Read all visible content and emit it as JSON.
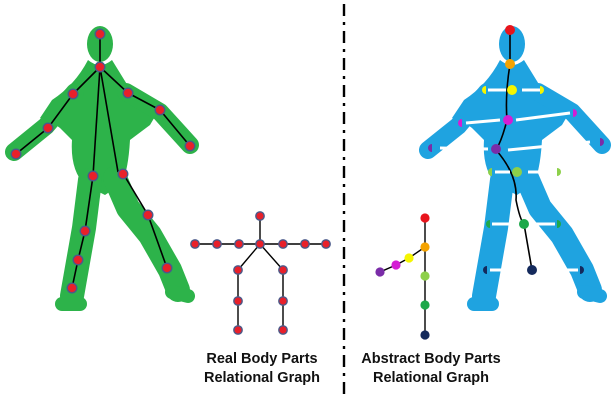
{
  "captions": {
    "real_line1": "Real Body Parts",
    "real_line2": "Relational Graph",
    "abstract_line1": "Abstract Body Parts",
    "abstract_line2": "Relational Graph"
  },
  "colors": {
    "real_silhouette": "#2db34a",
    "abstract_silhouette": "#1fa3e0",
    "joint_red": "#e8202a",
    "joint_outline": "#4a5a8a",
    "edge": "#000000",
    "separator": "#000000",
    "abstract_node_red": "#e8141c",
    "abstract_node_orange": "#f5a300",
    "abstract_node_yellow": "#f5f500",
    "abstract_node_magenta": "#d41ed4",
    "abstract_node_purple": "#7a2ca8",
    "abstract_node_lightgreen": "#8dd04a",
    "abstract_node_green": "#1ea84a",
    "abstract_node_navy": "#142a5c"
  }
}
